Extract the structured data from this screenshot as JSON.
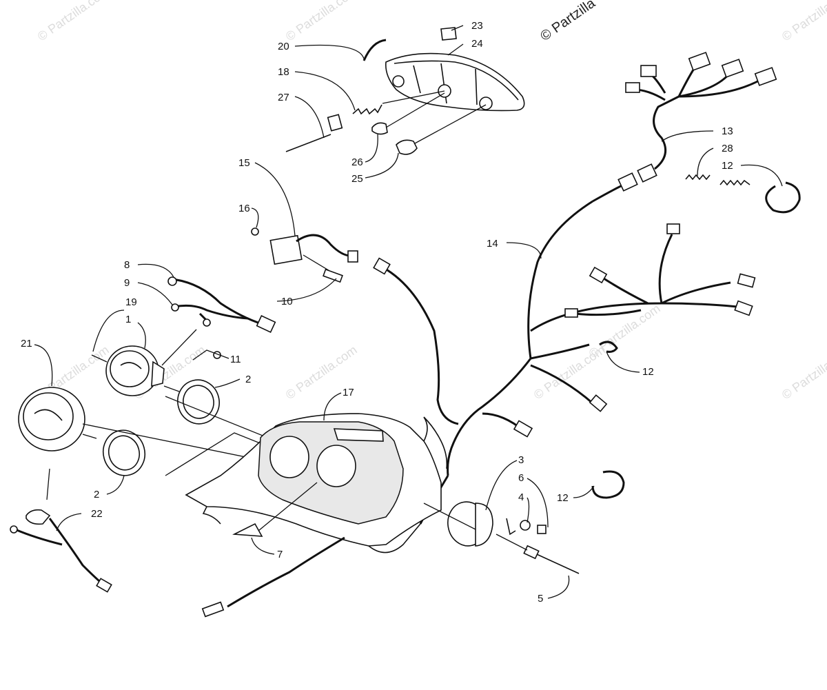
{
  "watermark": "© Partzilla.com",
  "copyright": "© Partzilla",
  "callouts": [
    {
      "id": "c20",
      "label": "20"
    },
    {
      "id": "c23",
      "label": "23"
    },
    {
      "id": "c24",
      "label": "24"
    },
    {
      "id": "c18",
      "label": "18"
    },
    {
      "id": "c27",
      "label": "27"
    },
    {
      "id": "c26",
      "label": "26"
    },
    {
      "id": "c25",
      "label": "25"
    },
    {
      "id": "c13",
      "label": "13"
    },
    {
      "id": "c28",
      "label": "28"
    },
    {
      "id": "c12a",
      "label": "12"
    },
    {
      "id": "c15",
      "label": "15"
    },
    {
      "id": "c16",
      "label": "16"
    },
    {
      "id": "c14",
      "label": "14"
    },
    {
      "id": "c8",
      "label": "8"
    },
    {
      "id": "c9",
      "label": "9"
    },
    {
      "id": "c10",
      "label": "10"
    },
    {
      "id": "c19",
      "label": "19"
    },
    {
      "id": "c1",
      "label": "1"
    },
    {
      "id": "c21",
      "label": "21"
    },
    {
      "id": "c11",
      "label": "11"
    },
    {
      "id": "c2a",
      "label": "2"
    },
    {
      "id": "c17",
      "label": "17"
    },
    {
      "id": "c12b",
      "label": "12"
    },
    {
      "id": "c3",
      "label": "3"
    },
    {
      "id": "c6",
      "label": "6"
    },
    {
      "id": "c4",
      "label": "4"
    },
    {
      "id": "c12c",
      "label": "12"
    },
    {
      "id": "c2b",
      "label": "2"
    },
    {
      "id": "c22",
      "label": "22"
    },
    {
      "id": "c7",
      "label": "7"
    },
    {
      "id": "c5",
      "label": "5"
    }
  ]
}
